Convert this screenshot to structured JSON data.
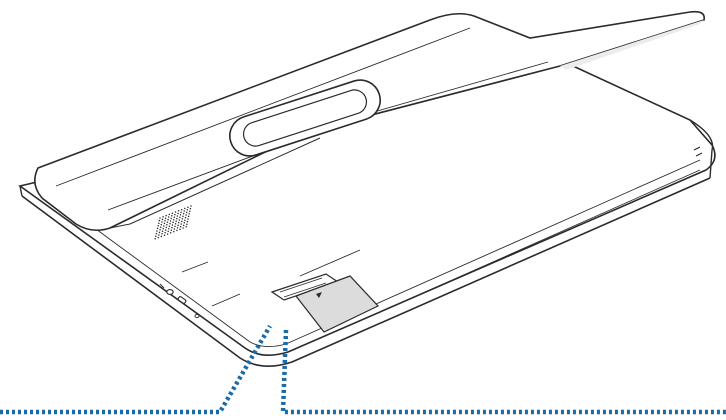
{
  "figure": {
    "subject": "tablet-rear-with-kickstand",
    "colors": {
      "outline": "#2b2b2b",
      "body_fill": "#ffffff",
      "shade": "#ececec",
      "card_cover": "#dcdcdc",
      "callout": "#1a6aa6"
    },
    "callout": {
      "style": "dotted",
      "target": "card-slot-cover"
    }
  }
}
